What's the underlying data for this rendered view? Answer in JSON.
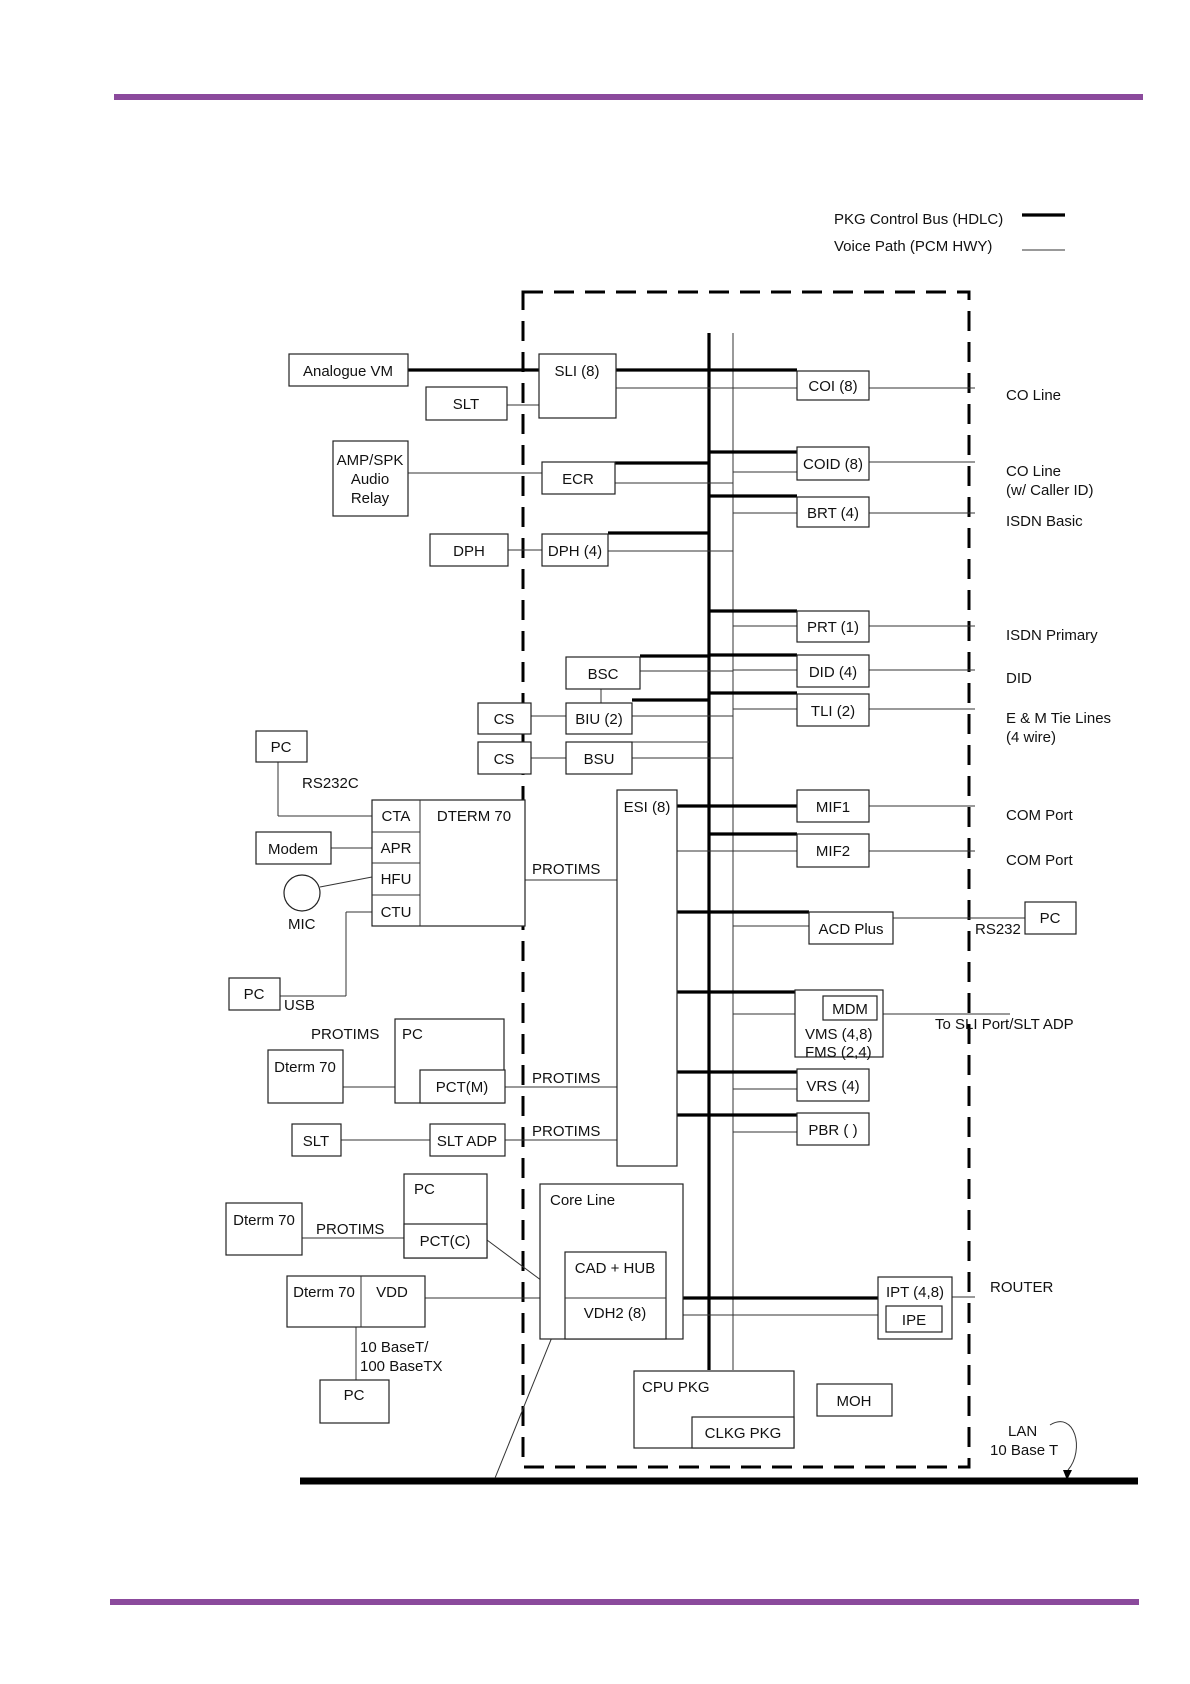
{
  "header_rule_color": "#8b4a9c",
  "footer_rule_color": "#8b4a9c",
  "legend": {
    "control_bus": "PKG Control Bus (HDLC)",
    "voice_path": "Voice Path (PCM HWY)"
  },
  "boxes": {
    "analogue_vm": "Analogue VM",
    "slt_top": "SLT",
    "sli": "SLI (8)",
    "coi": "COI (8)",
    "amp_spk_1": "AMP/SPK",
    "amp_spk_2": "Audio",
    "amp_spk_3": "Relay",
    "ecr": "ECR",
    "coid": "COID (8)",
    "brt": "BRT (4)",
    "dph_ext": "DPH",
    "dph4": "DPH (4)",
    "prt": "PRT (1)",
    "bsc": "BSC",
    "did": "DID (4)",
    "cs1": "CS",
    "biu": "BIU (2)",
    "tli": "TLI (2)",
    "cs2": "CS",
    "bsu": "BSU",
    "pc_rs232": "PC",
    "cta": "CTA",
    "dterm70_main": "DTERM 70",
    "apr": "APR",
    "hfu": "HFU",
    "ctu": "CTU",
    "modem": "Modem",
    "esi": "ESI (8)",
    "mif1": "MIF1",
    "mif2": "MIF2",
    "acd": "ACD Plus",
    "pc_acd": "PC",
    "pc_usb": "PC",
    "mdm": "MDM",
    "vms": "VMS (4,8)",
    "fms": "FMS (2,4)",
    "pc_pctm": "PC",
    "dterm70_m": "Dterm 70",
    "pctm": "PCT(M)",
    "vrs": "VRS (4)",
    "slt_bottom": "SLT",
    "slt_adp": "SLT ADP",
    "pbr": "PBR ( )",
    "pc_pctc": "PC",
    "dterm70_c": "Dterm 70",
    "pctc": "PCT(C)",
    "core_line": "Core Line",
    "cad_hub": "CAD + HUB",
    "vdh2": "VDH2 (8)",
    "dterm70_vdd": "Dterm 70",
    "vdd": "VDD",
    "ipt": "IPT (4,8)",
    "ipe": "IPE",
    "pc_lan": "PC",
    "cpu_pkg": "CPU PKG",
    "clkg_pkg": "CLKG PKG",
    "moh": "MOH"
  },
  "labels": {
    "co_line": "CO Line",
    "co_line_cid_1": "CO Line",
    "co_line_cid_2": "(w/ Caller ID)",
    "isdn_basic": "ISDN Basic",
    "isdn_primary": "ISDN Primary",
    "did_line": "DID",
    "em_1": "E & M Tie Lines",
    "em_2": "(4 wire)",
    "rs232c": "RS232C",
    "protims_1": "PROTIMS",
    "mic": "MIC",
    "com_port_1": "COM Port",
    "com_port_2": "COM Port",
    "rs232": "RS232",
    "usb": "USB",
    "to_sli": "To SLI Port/SLT ADP",
    "protims_2": "PROTIMS",
    "protims_3": "PROTIMS",
    "protims_4": "PROTIMS",
    "protims_5": "PROTIMS",
    "router": "ROUTER",
    "base_t_1": "10 BaseT/",
    "base_t_2": "100 BaseTX",
    "lan_1": "LAN",
    "lan_2": "10 Base T"
  }
}
